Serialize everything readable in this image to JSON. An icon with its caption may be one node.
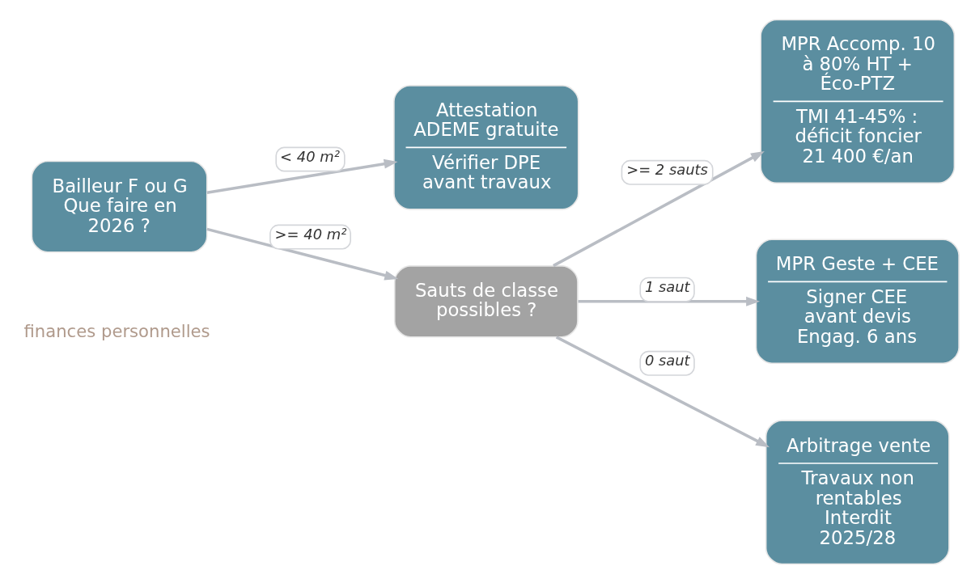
{
  "diagram": {
    "nodes": [
      {
        "text": [
          "Bailleur F ou G Que faire en 2026 ?"
        ]
      },
      {
        "text": [
          "Attestation ADEME gratuite",
          "Vérifier DPE avant travaux"
        ]
      },
      {
        "text": [
          "Sauts de classe possibles ?"
        ]
      },
      {
        "text": [
          "MPR Accomp. 10 à 80% HT + Éco-PTZ",
          "TMI 41-45% : déficit foncier 21 400 €/an"
        ]
      },
      {
        "text": [
          "MPR Geste + CEE",
          "Signer CEE avant devis Engag. 6 ans"
        ]
      },
      {
        "text": [
          "Arbitrage vente",
          "Travaux non rentables Interdit 2025/28"
        ]
      }
    ],
    "edges": [
      {
        "from": 0,
        "to": 1,
        "arrow": "to",
        "label": "< 40 m²"
      },
      {
        "from": 0,
        "to": 2,
        "arrow": "to",
        "label": ">= 40 m²"
      },
      {
        "from": 2,
        "to": 3,
        "arrow": "to",
        "label": ">= 2 sauts"
      },
      {
        "from": 2,
        "to": 4,
        "arrow": "to",
        "label": "1 saut"
      },
      {
        "from": 2,
        "to": 5,
        "arrow": "to",
        "label": "0 saut"
      }
    ],
    "labels": [
      "finances personnelles"
    ]
  }
}
